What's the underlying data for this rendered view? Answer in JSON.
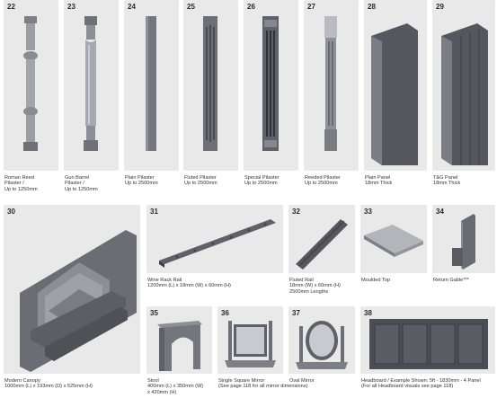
{
  "items": [
    {
      "num": "22",
      "l1": "Roman Reed",
      "l2": "Pilaster /",
      "l3": "Up to 1250mm"
    },
    {
      "num": "23",
      "l1": "Gun Barrel",
      "l2": "Pilaster /",
      "l3": "Up to 1250mm"
    },
    {
      "num": "24",
      "l1": "Plain Pilaster",
      "l2": "Up to 2500mm"
    },
    {
      "num": "25",
      "l1": "Fluted Pilaster",
      "l2": "Up to 2500mm"
    },
    {
      "num": "26",
      "l1": "Special Pilaster",
      "l2": "Up to 2500mm"
    },
    {
      "num": "27",
      "l1": "Reeded Pilaster",
      "l2": "Up to 2500mm"
    },
    {
      "num": "28",
      "l1": "Plain Panel",
      "l2": "18mm Thick"
    },
    {
      "num": "29",
      "l1": "T&G Panel",
      "l2": "18mm Thick"
    },
    {
      "num": "30",
      "l1": "Modern Canopy",
      "l2": "1000mm (L) x 193mm (D) x 525mm (H)"
    },
    {
      "num": "31",
      "l1": "Wine Rack Rail",
      "l2": "1200mm (L) x 18mm (W) x 60mm (H)"
    },
    {
      "num": "32",
      "l1": "Fluted Rail",
      "l2": "18mm (W) x 60mm (H)",
      "l3": "2500mm Lengths"
    },
    {
      "num": "33",
      "l1": "Moulded Top"
    },
    {
      "num": "34",
      "l1": "Return Gable***"
    },
    {
      "num": "35",
      "l1": "Stool",
      "l2": "400mm (L) x 350mm (W)",
      "l3": "x 420mm (H)"
    },
    {
      "num": "36",
      "l1": "Single Square Mirror",
      "l2": "(See page 118 for all mirror dimensions)"
    },
    {
      "num": "37",
      "l1": "Oval Mirror"
    },
    {
      "num": "38",
      "l1": "Headboard / Example Shown: 5ft - 1830mm - 4 Panel",
      "l2": "(For all Headboard visuals see page 118)"
    }
  ]
}
